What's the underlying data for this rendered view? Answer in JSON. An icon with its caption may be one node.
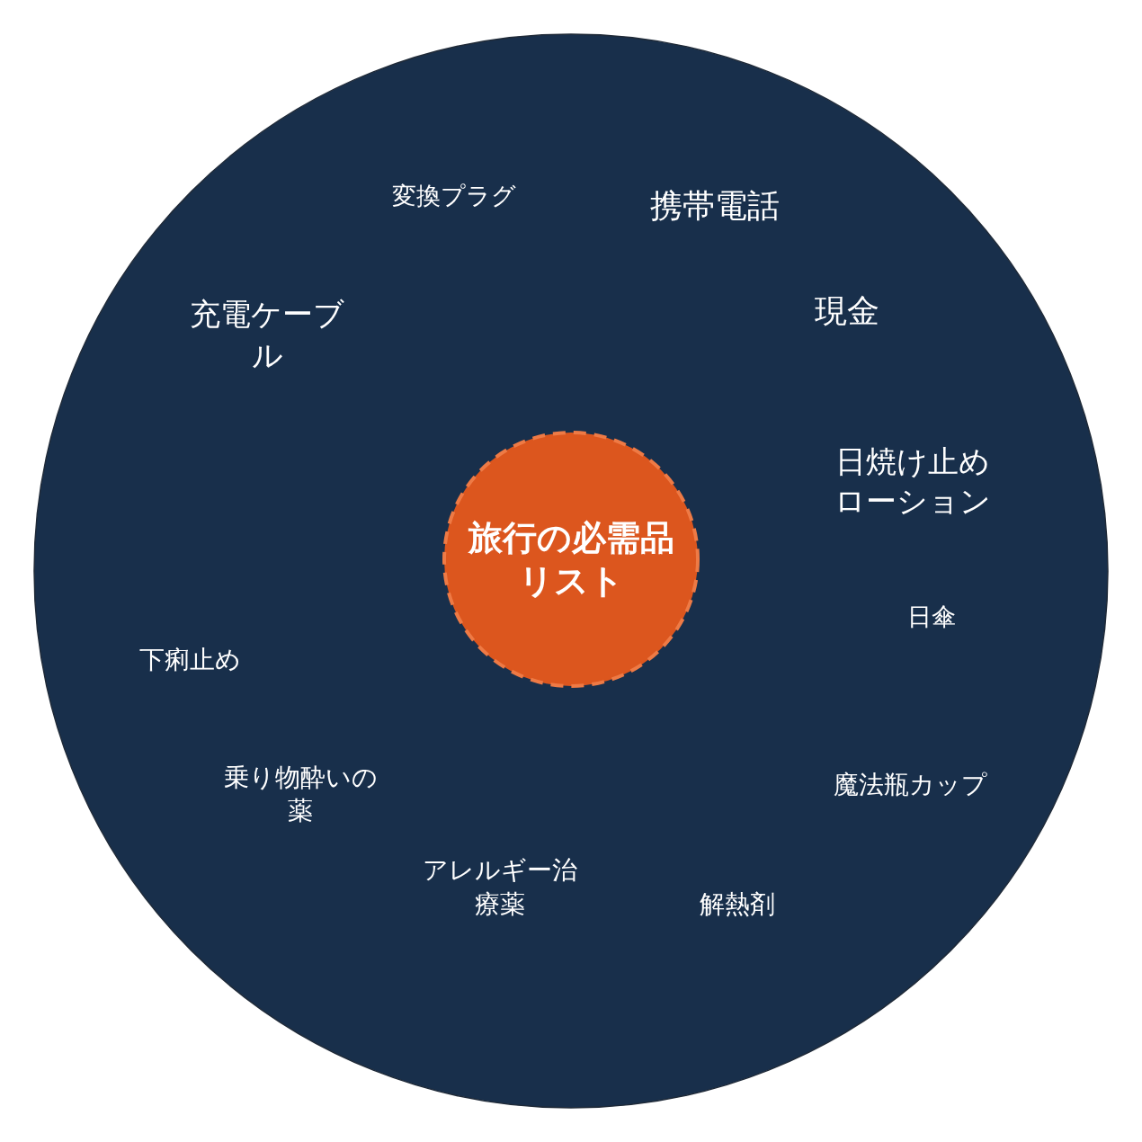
{
  "diagram": {
    "nodes": [
      {
        "text": [
          "変換プラグ",
          "携帯電話",
          "充電ケーブル",
          "現金",
          "日焼け止めローション",
          "日傘",
          "下痢止め",
          "乗り物酔いの薬",
          "魔法瓶カップ",
          "アレルギー治療薬",
          "解熱剤"
        ]
      },
      {
        "text": [
          "旅行の必需品リスト"
        ],
        "in": 0
      }
    ],
    "edges": []
  }
}
